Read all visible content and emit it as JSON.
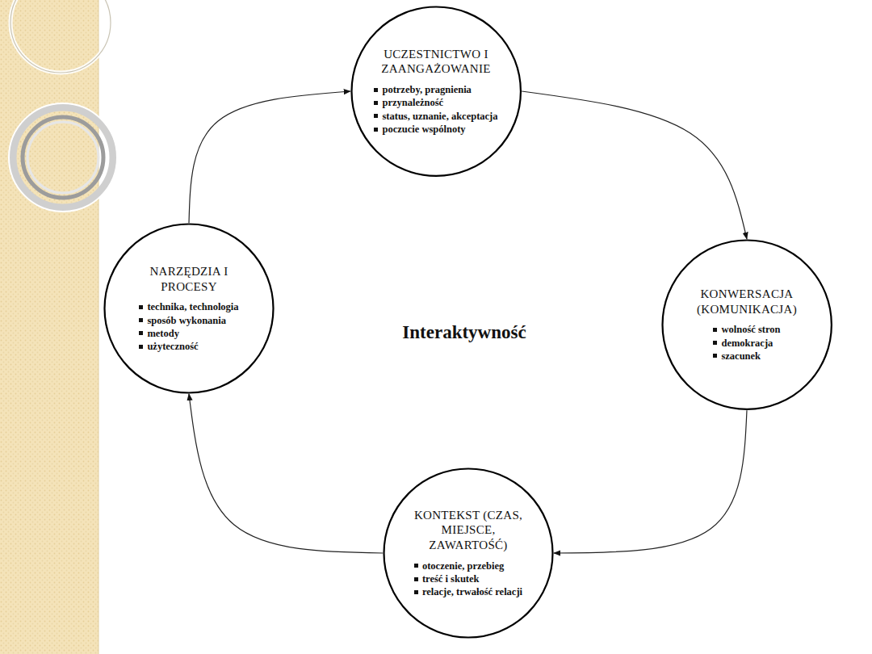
{
  "diagram": {
    "nodes": [
      {
        "text": [
          "UCZESTNICTWO I ZAANGAŻOWANIE",
          "potrzeby, pragnienia",
          "przynależność",
          "status, uznanie, akceptacja",
          "poczucie wspólnoty"
        ]
      },
      {
        "text": [
          "NARZĘDZIA I PROCESY",
          "technika, technologia",
          "sposób wykonania",
          "metody",
          "użyteczność"
        ]
      },
      {
        "text": [
          "KONWERSACJA (KOMUNIKACJA)",
          "wolność stron",
          "demokracja",
          "szacunek"
        ]
      },
      {
        "text": [
          "KONTEKST (CZAS, MIEJSCE, ZAWARTOŚĆ)",
          "otoczenie, przebieg",
          "treść i skutek",
          "relacje, trwałość relacji"
        ]
      }
    ],
    "edges": [
      {
        "from": 0,
        "to": 2,
        "arrow": "to"
      },
      {
        "from": 2,
        "to": 3,
        "arrow": "to"
      },
      {
        "from": 3,
        "to": 1,
        "arrow": "to"
      },
      {
        "from": 1,
        "to": 0,
        "arrow": "to"
      }
    ],
    "labels": [
      "Interaktywność"
    ]
  }
}
